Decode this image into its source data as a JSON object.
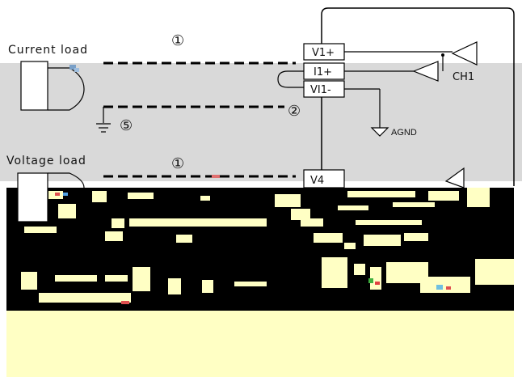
{
  "colors": {
    "gray_band": "#d9d9d9",
    "yellow_band": "#ffffc4",
    "black_band": "#000000",
    "line": "#000000"
  },
  "labels": {
    "current_load": "Current load",
    "voltage_load": "Voltage load",
    "marker_1": "①",
    "marker_1b": "①",
    "marker_2": "②",
    "marker_5": "⑤"
  },
  "terminal": {
    "v1_plus": "V1+",
    "i1_plus": "I1+",
    "vi1_minus": "VI1-",
    "v_partial": "V4"
  },
  "channel": {
    "ch1": "CH1",
    "agnd": "AGND"
  }
}
